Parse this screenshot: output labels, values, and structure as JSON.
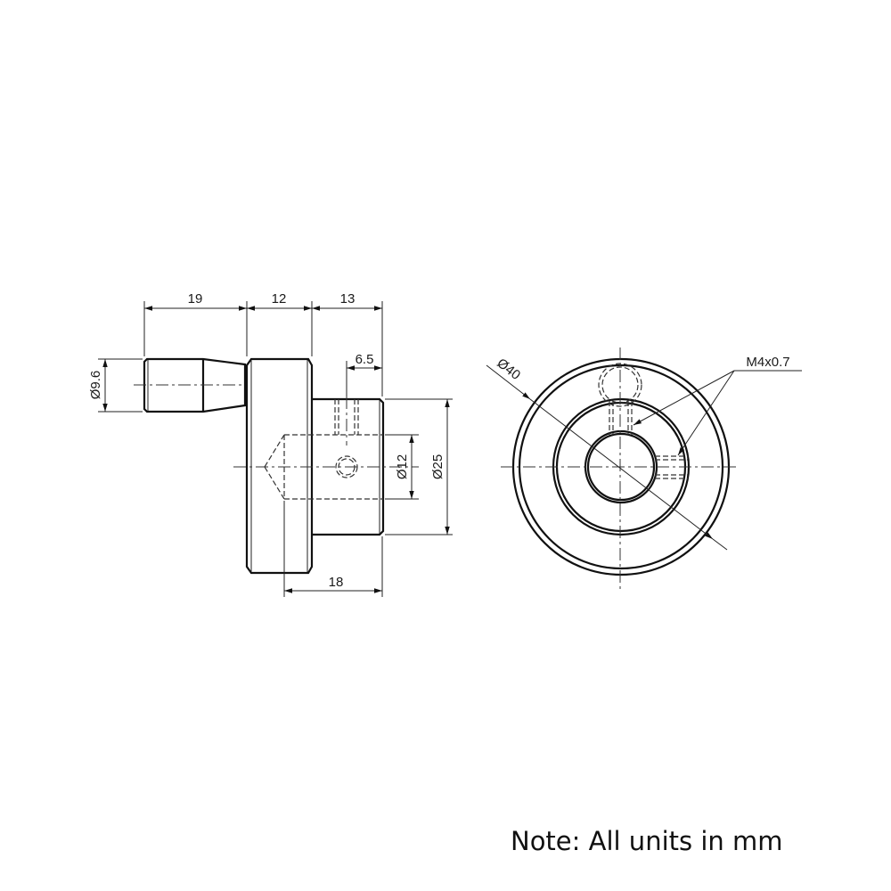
{
  "drawing": {
    "side_view": {
      "dimensions": {
        "shaft_length": "19",
        "flange_width": "12",
        "hub_length": "13",
        "setscrew_offset": "6.5",
        "shaft_diameter": "Ø9.6",
        "bore_diameter": "Ø12",
        "hub_diameter": "Ø25",
        "bore_depth": "18"
      }
    },
    "front_view": {
      "dimensions": {
        "outer_diameter": "Ø40"
      },
      "thread_callout": "M4x0.7"
    },
    "note": "Note: All units in mm"
  }
}
